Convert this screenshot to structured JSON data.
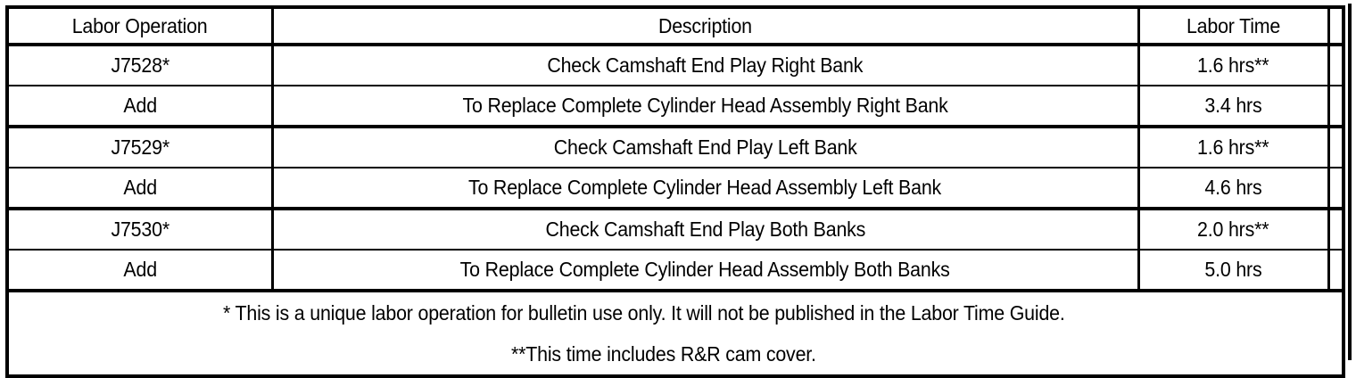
{
  "table": {
    "columns": [
      {
        "key": "labor_operation",
        "label": "Labor Operation"
      },
      {
        "key": "description",
        "label": "Description"
      },
      {
        "key": "labor_time",
        "label": "Labor Time"
      },
      {
        "key": "spacer",
        "label": ""
      }
    ],
    "rows": [
      {
        "labor_operation": "J7528*",
        "description": "Check Camshaft End Play Right Bank",
        "labor_time": "1.6 hrs**"
      },
      {
        "labor_operation": "Add",
        "description": "To Replace Complete Cylinder Head Assembly Right Bank",
        "labor_time": "3.4 hrs"
      },
      {
        "labor_operation": "J7529*",
        "description": "Check Camshaft End Play Left Bank",
        "labor_time": "1.6 hrs**"
      },
      {
        "labor_operation": "Add",
        "description": "To Replace Complete Cylinder Head Assembly Left Bank",
        "labor_time": "4.6 hrs"
      },
      {
        "labor_operation": "J7530*",
        "description": "Check Camshaft End Play Both Banks",
        "labor_time": "2.0 hrs**"
      },
      {
        "labor_operation": "Add",
        "description": "To Replace Complete Cylinder Head Assembly Both Banks",
        "labor_time": "5.0 hrs"
      }
    ],
    "footnotes": [
      "* This is a unique labor operation for bulletin use only. It will not be published in the Labor Time Guide.",
      "**This time includes R&R cam cover."
    ]
  },
  "style": {
    "ink": "#000000",
    "paper": "#ffffff"
  }
}
